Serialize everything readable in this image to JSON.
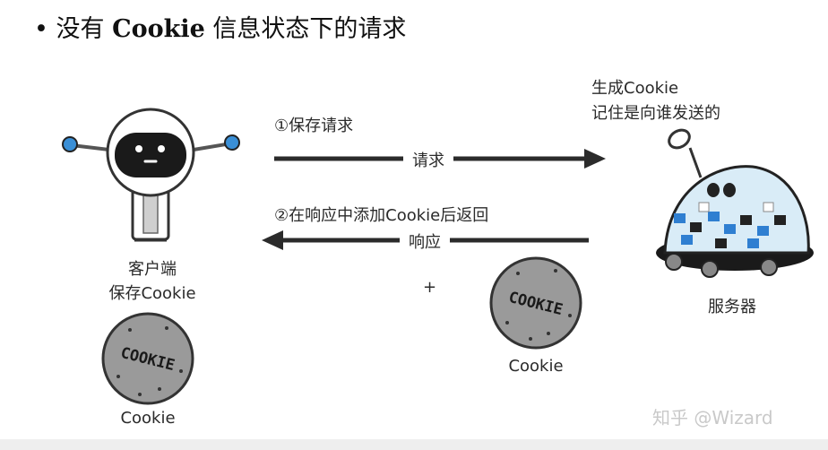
{
  "title": {
    "bullet": "•",
    "prefix": "没有",
    "bold": "Cookie",
    "suffix": "信息状态下的请求"
  },
  "step1": {
    "label": "①保存请求",
    "arrow_label": "请求"
  },
  "step2": {
    "label": "②在响应中添加Cookie后返回",
    "arrow_label": "响应"
  },
  "server": {
    "note_line1": "生成Cookie",
    "note_line2": "记住是向谁发送的",
    "label": "服务器"
  },
  "client": {
    "label_line1": "客户端",
    "label_line2": "保存Cookie",
    "cookie_caption": "Cookie"
  },
  "response_cookie": {
    "plus": "+",
    "caption": "Cookie"
  },
  "cookie_text": "COOKIE",
  "watermark": "知乎 @Wizard",
  "colors": {
    "arrow": "#2b2b2b",
    "cookie_fill": "#9a9a9a",
    "robot_eye_blue": "#3a8fd6",
    "server_dome": "#d9ecf7",
    "server_pixel_blue": "#2f7fd1"
  }
}
